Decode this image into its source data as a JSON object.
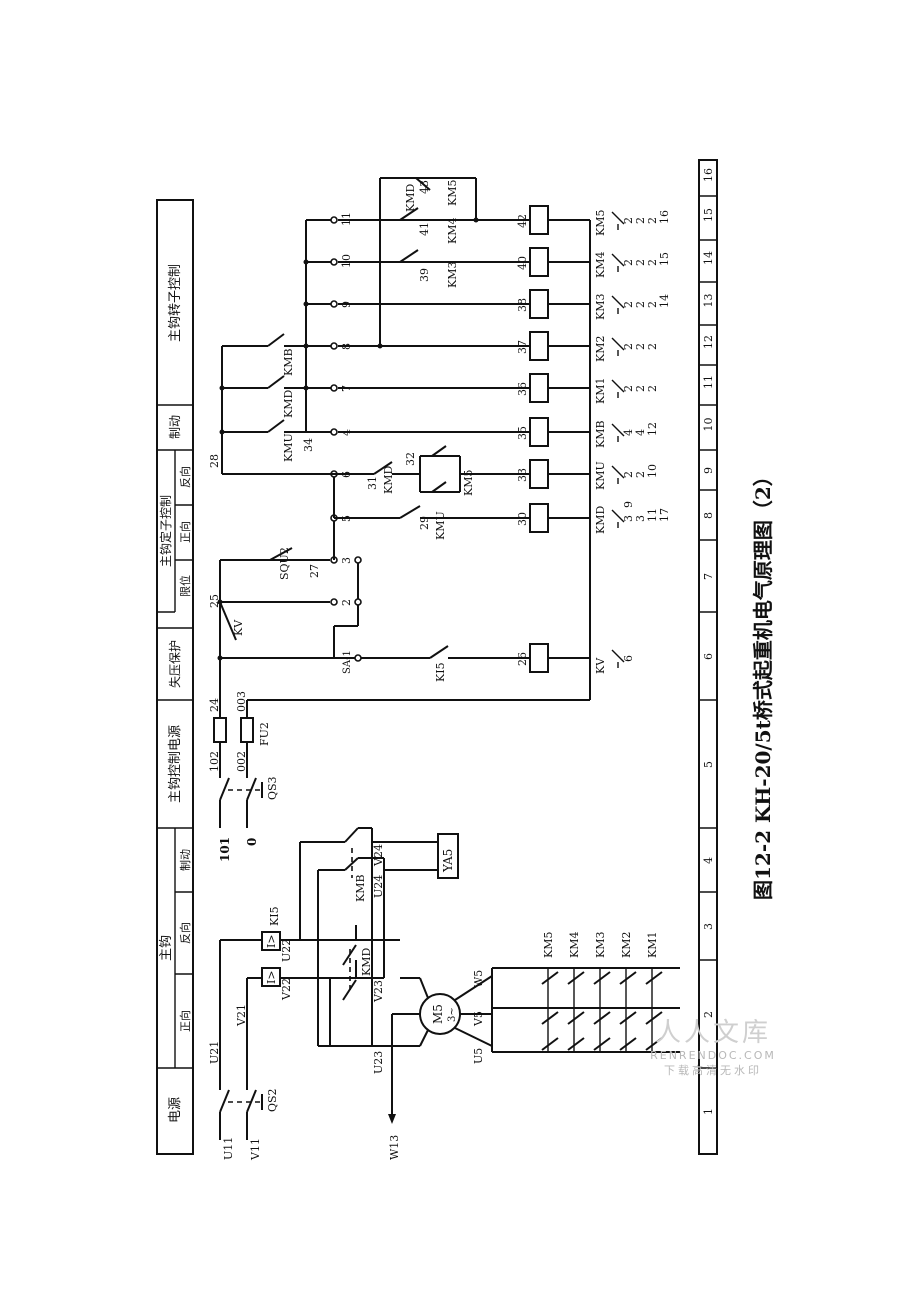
{
  "caption": "图12-2  KH-20/5t桥式起重机电气原理图（2）",
  "header": {
    "power": "电源",
    "main_hook": "主钩",
    "forward": "正向",
    "reverse": "反向",
    "brake": "制动",
    "hook_control_power": "主钩控制电源",
    "undervoltage": "失压保护",
    "stator_control": "主钩定子控制",
    "limit": "限位",
    "forward2": "正向",
    "reverse2": "反向",
    "brake2": "制动",
    "rotor_control": "主钩转子控制"
  },
  "columns": [
    "1",
    "2",
    "3",
    "4",
    "5",
    "6",
    "7",
    "8",
    "9",
    "10",
    "11",
    "12",
    "13",
    "14",
    "15",
    "16"
  ],
  "power_labels": {
    "u11": "U11",
    "v11": "V11",
    "qs2": "QS2",
    "u21": "U21",
    "v21": "V21",
    "v22": "V22",
    "u22": "U22",
    "v23": "V23",
    "u23": "U23",
    "v24": "V24",
    "u24": "U24",
    "ki5": "KI5",
    "oc1": "I>",
    "oc2": "I>",
    "kmd": "KMD",
    "kmb": "KMB",
    "ya5": "YA5",
    "w13": "W13",
    "m5": "M5",
    "m5_sub": "3~",
    "u5": "U5",
    "v5": "V5",
    "w5": "W5",
    "resistors": [
      "KM1",
      "KM2",
      "KM3",
      "KM4",
      "KM5"
    ]
  },
  "control_power": {
    "n101": "101",
    "n0": "0",
    "qs3": "QS3",
    "n102": "102",
    "n002": "002",
    "fu2": "FU2",
    "n24": "24",
    "n003": "003"
  },
  "nodes": [
    "25",
    "2",
    "3",
    "5",
    "6",
    "4",
    "7",
    "8",
    "9",
    "10",
    "11"
  ],
  "contacts": {
    "kv": "KV",
    "sa1": "SA-1",
    "ki5": "KI5",
    "squ2": "SQU2",
    "n27": "27",
    "n29": "29",
    "kmu": "KMU",
    "n31": "31",
    "kmd": "KMD",
    "n32": "32",
    "km5": "KM5",
    "n28": "28",
    "kmu2": "KMU",
    "n34": "34",
    "kmd2": "KMD",
    "kmb": "KMB",
    "n39": "39",
    "km3": "KM3",
    "n41": "41",
    "km4": "KM4",
    "kmd3": "KMD",
    "n43": "43",
    "km5b": "KM5"
  },
  "coils": [
    {
      "wire": "26",
      "name": "KV",
      "refs": [
        "6"
      ]
    },
    {
      "wire": "30",
      "name": "KMD",
      "refs": [
        "3",
        "3",
        "11",
        "17"
      ],
      "refs2": [
        "9"
      ]
    },
    {
      "wire": "33",
      "name": "KMU",
      "refs": [
        "2",
        "2",
        "10"
      ]
    },
    {
      "wire": "35",
      "name": "KMB",
      "refs": [
        "4",
        "4",
        "12"
      ]
    },
    {
      "wire": "36",
      "name": "KM1",
      "refs": [
        "2",
        "2",
        "2"
      ]
    },
    {
      "wire": "37",
      "name": "KM2",
      "refs": [
        "2",
        "2",
        "2"
      ]
    },
    {
      "wire": "38",
      "name": "KM3",
      "refs": [
        "2",
        "2",
        "2",
        "14"
      ]
    },
    {
      "wire": "40",
      "name": "KM4",
      "refs": [
        "2",
        "2",
        "2",
        "15"
      ]
    },
    {
      "wire": "42",
      "name": "KM5",
      "refs": [
        "2",
        "2",
        "2",
        "16"
      ]
    }
  ],
  "watermark": {
    "main": "人人文库",
    "sub": "RENRENDOC.COM",
    "tag": "下载高清无水印"
  }
}
